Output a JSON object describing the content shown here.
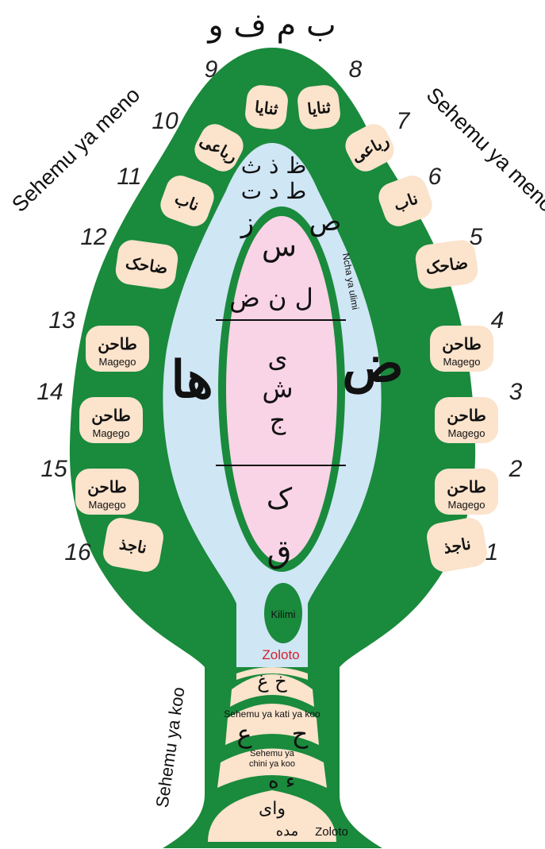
{
  "colors": {
    "green": "#1a8a3c",
    "tooth": "#fbe3cc",
    "tongue_area": "#cfe6f5",
    "tongue": "#f9d3e6",
    "red_label": "#d4202a",
    "black": "#111111"
  },
  "lips_letters": "ب م ف و",
  "side_labels": {
    "left": "Sehemu ya meno",
    "right": "Sehemu ya meno",
    "throat": "Sehemu ya koo"
  },
  "teeth": [
    {
      "num": "1",
      "name": "ناجذ",
      "sub": ""
    },
    {
      "num": "2",
      "name": "طاحن",
      "sub": "Magego"
    },
    {
      "num": "3",
      "name": "طاحن",
      "sub": "Magego"
    },
    {
      "num": "4",
      "name": "طاحن",
      "sub": "Magego"
    },
    {
      "num": "5",
      "name": "ضاحک",
      "sub": ""
    },
    {
      "num": "6",
      "name": "ناب",
      "sub": ""
    },
    {
      "num": "7",
      "name": "رباعی",
      "sub": ""
    },
    {
      "num": "8",
      "name": "ثنایا",
      "sub": ""
    },
    {
      "num": "9",
      "name": "ثنایا",
      "sub": ""
    },
    {
      "num": "10",
      "name": "رباعی",
      "sub": ""
    },
    {
      "num": "11",
      "name": "ناب",
      "sub": ""
    },
    {
      "num": "12",
      "name": "ضاحک",
      "sub": ""
    },
    {
      "num": "13",
      "name": "طاحن",
      "sub": "Magego"
    },
    {
      "num": "14",
      "name": "طاحن",
      "sub": "Magego"
    },
    {
      "num": "15",
      "name": "طاحن",
      "sub": "Magego"
    },
    {
      "num": "16",
      "name": "ناجذ",
      "sub": ""
    }
  ],
  "tongue_tip_letters": {
    "line1": "ظ ذ ث",
    "line2": "ط د ت",
    "left": "ز",
    "right": "ص"
  },
  "tongue_letters": {
    "top": "س",
    "row2": "ل ن ض",
    "mid1": "ی",
    "mid2": "ش",
    "mid3": "ج",
    "back": "ک",
    "root": "ق"
  },
  "tongue_edge_label": "Ncha ya ulimi",
  "edge_letter_left": "ھا",
  "edge_letter_right": "ض",
  "uvula_label": "Kilimi",
  "uvula_region_label": "Zoloto",
  "throat": {
    "upper": "خ غ",
    "mid_label": "Sehemu ya kati ya koo",
    "mid_left": "ع",
    "mid_right": "ح",
    "low_label_1": "Sehemu ya",
    "low_label_2": "chini ya koo",
    "low_letters": "ء ه",
    "bottom_letters": "وای",
    "bottom_small": "مده",
    "bottom_label": "Zoloto"
  }
}
